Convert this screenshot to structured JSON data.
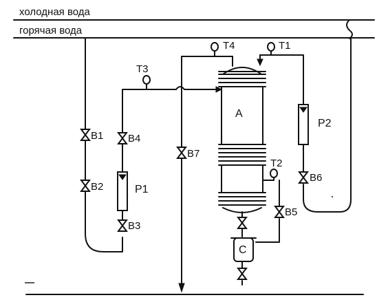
{
  "header": {
    "cold_water": "холодная вода",
    "hot_water": "горячая вода"
  },
  "labels": {
    "T1": "T1",
    "T2": "T2",
    "T3": "T3",
    "T4": "T4",
    "B1": "B1",
    "B2": "B2",
    "B3": "B3",
    "B4": "B4",
    "B5": "B5",
    "B6": "B6",
    "B7": "B7",
    "P1": "P1",
    "P2": "P2",
    "A": "A",
    "C": "C"
  }
}
